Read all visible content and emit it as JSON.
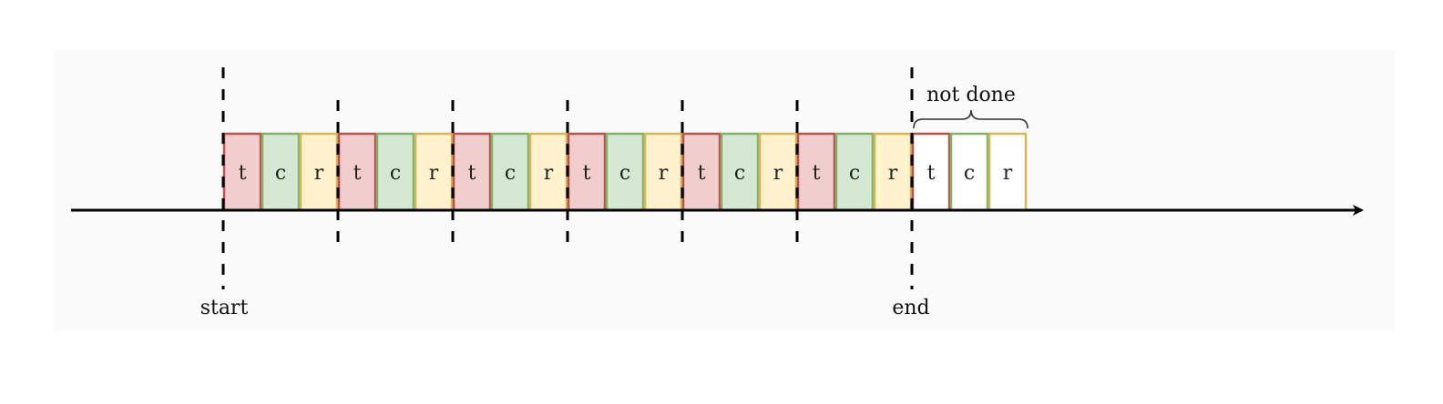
{
  "diagram": {
    "boundary_labels": {
      "start": "start",
      "end": "end"
    },
    "pending_label": "not done",
    "cell_colors": {
      "t": {
        "fill": "#f2cdcd",
        "stroke": "#b85450"
      },
      "c": {
        "fill": "#d5e8d4",
        "stroke": "#82b366"
      },
      "r": {
        "fill": "#fff2cc",
        "stroke": "#d6b656"
      },
      "not_done_fill": "#ffffff"
    },
    "completed_cycles": [
      [
        "t",
        "c",
        "r"
      ],
      [
        "t",
        "c",
        "r"
      ],
      [
        "t",
        "c",
        "r"
      ],
      [
        "t",
        "c",
        "r"
      ],
      [
        "t",
        "c",
        "r"
      ],
      [
        "t",
        "c",
        "r"
      ]
    ],
    "not_done_cycle": [
      "t",
      "c",
      "r"
    ],
    "axis_color": "#000000",
    "backdrop_color": "#fafafa"
  }
}
